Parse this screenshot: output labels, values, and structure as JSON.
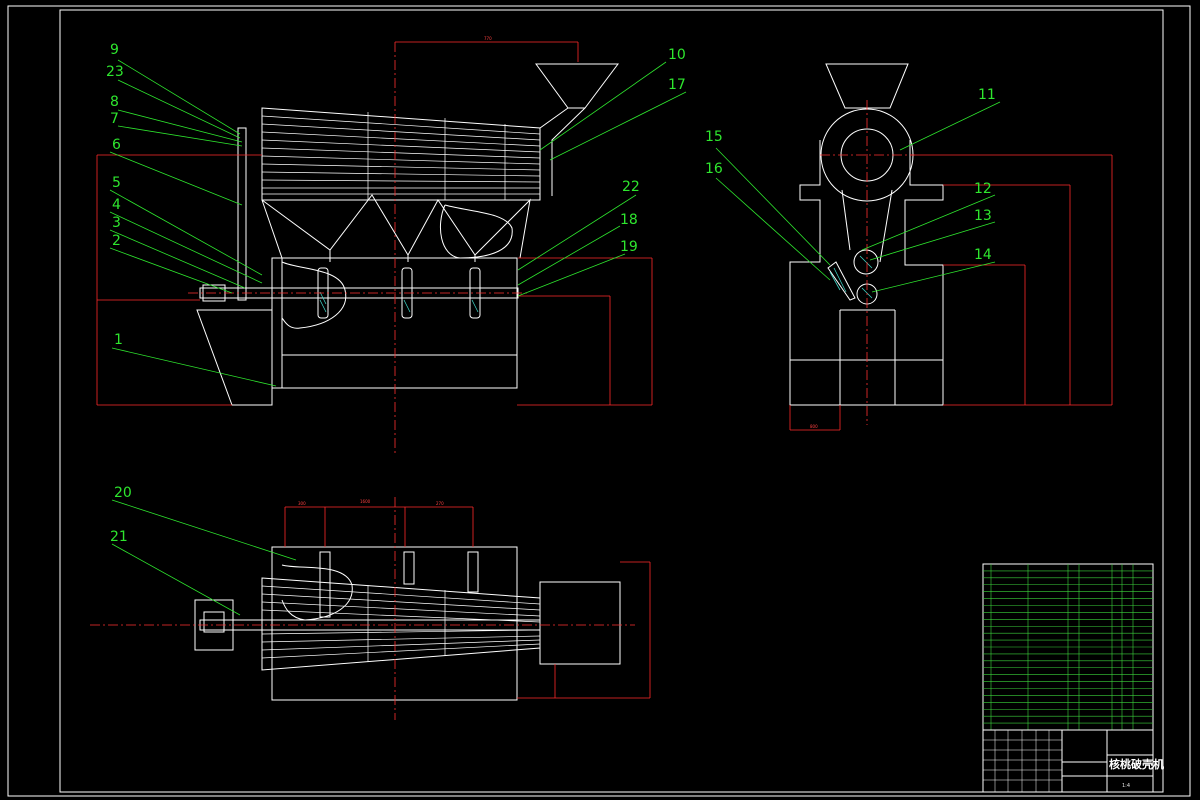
{
  "colors": {
    "background": "#000000",
    "outline": "#ffffff",
    "callout": "#2ee62e",
    "dimension": "#ff2a2a",
    "centerline": "#ff3030",
    "hatch": "#3fd2c4",
    "title_block_grid": "#3bd23b"
  },
  "callouts": [
    "1",
    "2",
    "3",
    "4",
    "5",
    "6",
    "7",
    "8",
    "9",
    "10",
    "11",
    "12",
    "13",
    "14",
    "15",
    "16",
    "17",
    "18",
    "19",
    "20",
    "21",
    "22",
    "23"
  ],
  "dimensions": {
    "front_top": "770",
    "plan_left": "300",
    "plan_center": "1600",
    "plan_right": "270",
    "side_base": "800"
  },
  "title_block": {
    "drawing_title": "核桃破壳机",
    "scale": "1:4",
    "parts_rows": 23
  }
}
